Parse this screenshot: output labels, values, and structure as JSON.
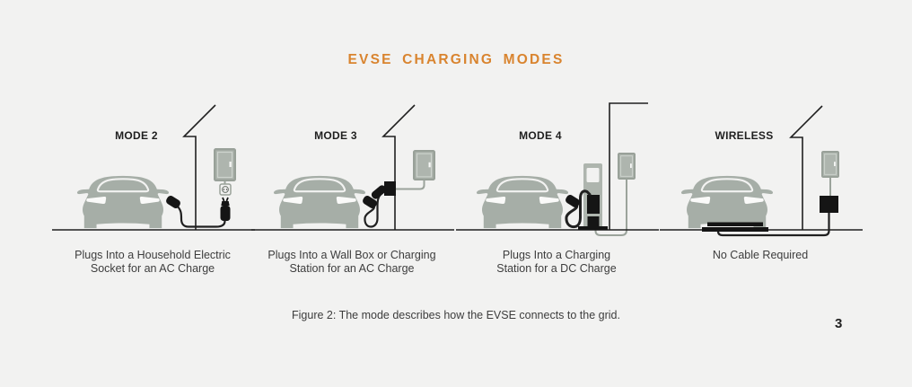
{
  "title": "EVSE CHARGING MODES",
  "figure_caption": "Figure 2: The mode describes how the EVSE connects to the grid.",
  "page_number": "3",
  "panels": [
    {
      "label": "MODE 2",
      "caption": "Plugs Into a Household Electric\nSocket for an AC Charge"
    },
    {
      "label": "MODE 3",
      "caption": "Plugs Into a Wall Box or Charging\nStation for an AC Charge"
    },
    {
      "label": "MODE 4",
      "caption": "Plugs Into a Charging\nStation for a DC Charge"
    },
    {
      "label": "WIRELESS",
      "caption": "No Cable Required"
    }
  ],
  "colors": {
    "background": "#F2F2F1",
    "accent": "#D9842F",
    "car_body": "#A6AEA7",
    "equipment_gray": "#AEB5AE",
    "equipment_border": "#99A199",
    "equipment_light": "#CDD3CD",
    "line_black": "#202020",
    "cable_gray": "#9BA39B",
    "highlight": "#FAFAF9",
    "text_dark": "#1F1F1F",
    "text_caption": "#3D3D3D"
  }
}
